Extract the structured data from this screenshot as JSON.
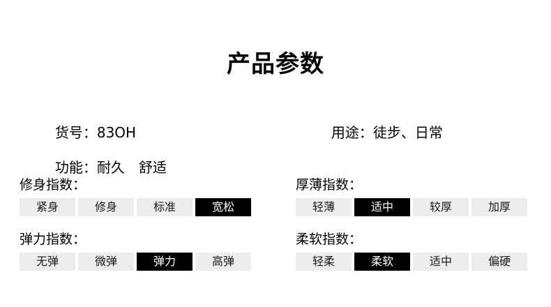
{
  "title": "产品参数",
  "info": {
    "rows": [
      {
        "left": {
          "label": "货号：",
          "value": "83OH"
        },
        "right": {
          "label": "用途：",
          "value": "徒步、日常"
        }
      },
      {
        "left": {
          "label": "功能：",
          "value": "耐久　舒适"
        },
        "right": {
          "label": "",
          "value": ""
        }
      }
    ]
  },
  "indexes": [
    {
      "name": "fit-index",
      "label": "修身指数：",
      "options": [
        "紧身",
        "修身",
        "标准",
        "宽松"
      ],
      "selected": 3
    },
    {
      "name": "thickness-index",
      "label": "厚薄指数：",
      "options": [
        "轻薄",
        "适中",
        "较厚",
        "加厚"
      ],
      "selected": 1
    },
    {
      "name": "elasticity-index",
      "label": "弹力指数：",
      "options": [
        "无弹",
        "微弹",
        "弹力",
        "高弹"
      ],
      "selected": 2
    },
    {
      "name": "softness-index",
      "label": "柔软指数：",
      "options": [
        "轻柔",
        "柔软",
        "适中",
        "偏硬"
      ],
      "selected": 1
    }
  ],
  "colors": {
    "background": "#ffffff",
    "text": "#000000",
    "option_bg": "#ededed",
    "option_selected_bg": "#000000",
    "option_selected_text": "#ffffff"
  }
}
